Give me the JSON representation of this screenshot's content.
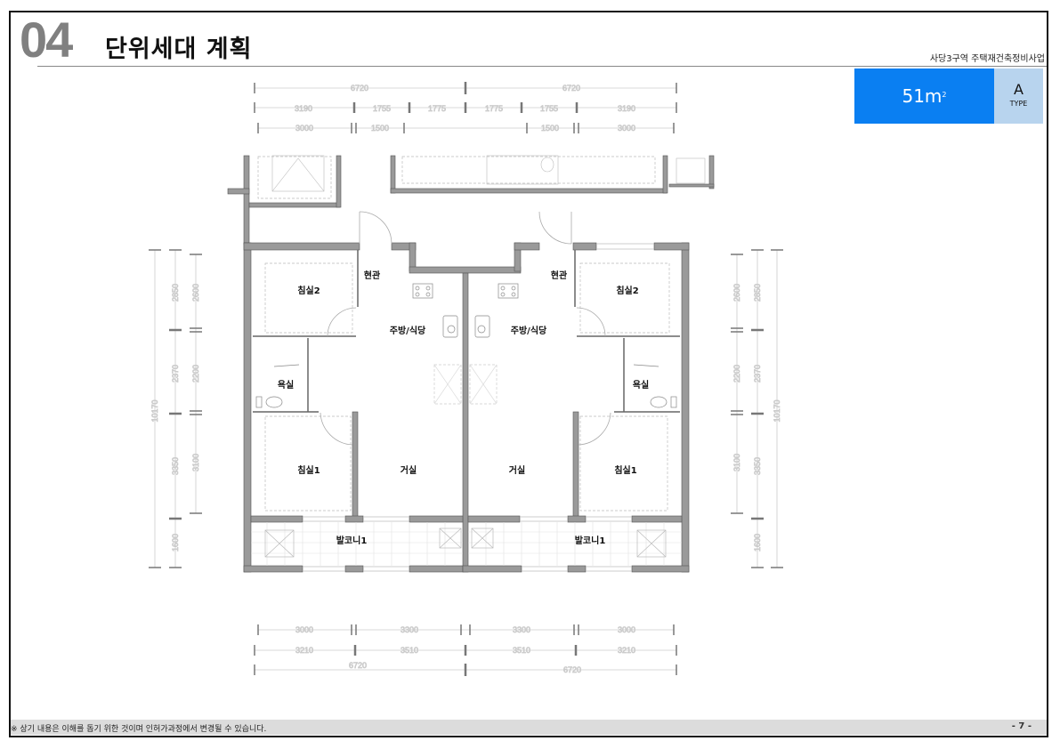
{
  "header": {
    "section_number": "04",
    "section_title": "단위세대 계획",
    "project_name": "사당3구역 주택재건축정비사업"
  },
  "unit_badge": {
    "area_value": "51m",
    "area_unit_sup": "2",
    "type_letter": "A",
    "type_label": "TYPE",
    "colors": {
      "area_bg": "#0a7ff2",
      "type_bg": "#b8d4ee"
    }
  },
  "floor_plan": {
    "rooms": {
      "left": {
        "bedroom2": "침실2",
        "entrance": "현관",
        "kitchen_dining": "주방/식당",
        "bathroom": "욕실",
        "bedroom1": "침실1",
        "living": "거실",
        "balcony": "발코니1"
      },
      "right": {
        "bedroom2": "침실2",
        "entrance": "현관",
        "kitchen_dining": "주방/식당",
        "bathroom": "욕실",
        "bedroom1": "침실1",
        "living": "거실",
        "balcony": "발코니1"
      }
    },
    "dimensions": {
      "top_row1": [
        "6720",
        "6720"
      ],
      "top_row2": [
        "3190",
        "1755",
        "1775",
        "1775",
        "1755",
        "3190"
      ],
      "top_row3": [
        "3000",
        "1500",
        "1500",
        "3000"
      ],
      "bottom_row1": [
        "3000",
        "3300",
        "3300",
        "3000"
      ],
      "bottom_row2": [
        "3210",
        "3510",
        "3510",
        "3210"
      ],
      "bottom_row3": [
        "6720",
        "6720"
      ],
      "left_total": "10170",
      "left_outer": [
        "2850",
        "2370",
        "3350",
        "1600"
      ],
      "left_inner": [
        "2600",
        "2200",
        "3100"
      ],
      "right_total": "10170",
      "right_outer": [
        "2850",
        "2370",
        "3350",
        "1600"
      ],
      "right_inner": [
        "2600",
        "2200",
        "3100"
      ]
    }
  },
  "footer": {
    "note": "※ 상기 내용은 이해를 돕기 위한 것이며 인허가과정에서 변경될 수 있습니다.",
    "page": "- 7 -"
  }
}
